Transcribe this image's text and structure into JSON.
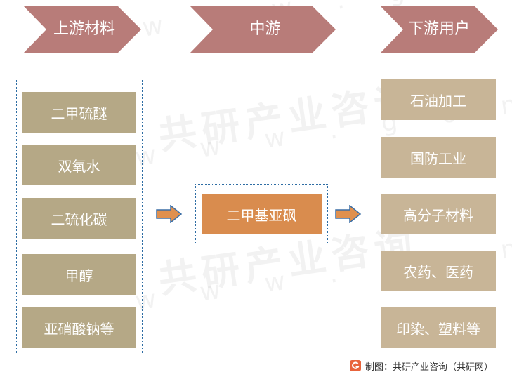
{
  "headers": {
    "upstream": "上游材料",
    "midstream": "中游",
    "downstream": "下游用户"
  },
  "upstream_items": [
    "二甲硫醚",
    "双氧水",
    "二硫化碳",
    "甲醇",
    "亚硝酸钠等"
  ],
  "midstream_item": "二甲基亚砜",
  "downstream_items": [
    "石油加工",
    "国防工业",
    "高分子材料",
    "农药、医药",
    "印染、塑料等"
  ],
  "watermark": {
    "brand": "共研产业咨询",
    "url": "w w w . g o n y n . c o m"
  },
  "footer": {
    "source": "制图：共研产业咨询（共研网）"
  },
  "colors": {
    "header": "#b87c79",
    "upstream_box": "#b5a886",
    "midstream_box": "#d98c4e",
    "downstream_box": "#c8b597",
    "arrow_fill": "#e0904e",
    "arrow_stroke": "#3b6ea5",
    "frame": "#2e6da4"
  }
}
